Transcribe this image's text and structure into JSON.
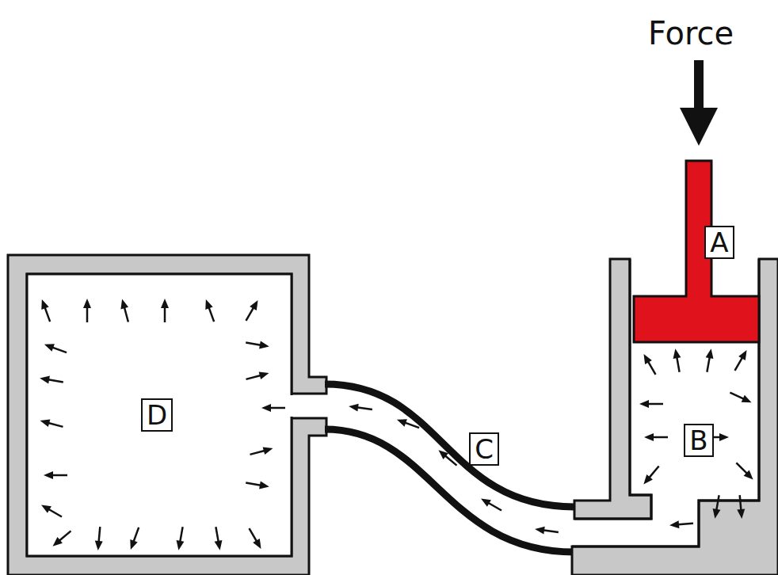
{
  "diagram": {
    "labels": [
      "Force",
      "A",
      "B",
      "C",
      "D"
    ]
  }
}
